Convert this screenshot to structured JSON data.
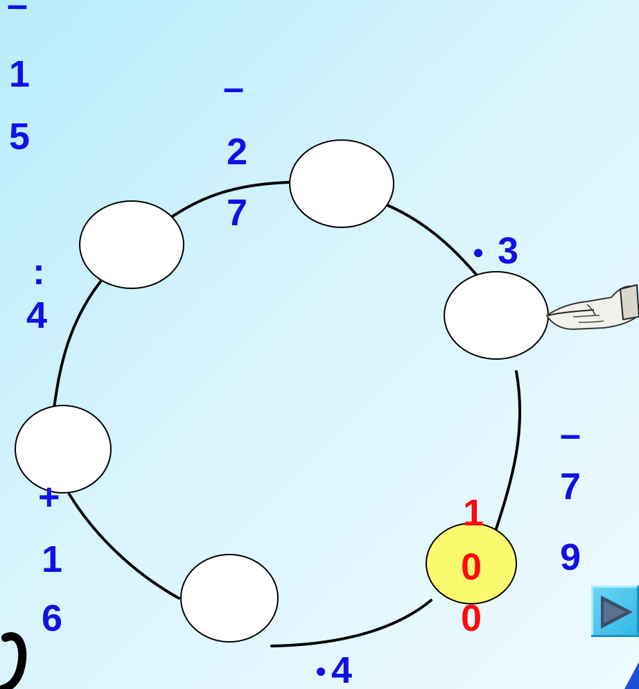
{
  "operations": {
    "minus_15": {
      "sign": "–",
      "d1": "1",
      "d2": "5"
    },
    "minus_27": {
      "sign": "–",
      "d1": "2",
      "d2": "7"
    },
    "times_3": {
      "num": "3"
    },
    "div_4": {
      "sign": ":",
      "num": "4"
    },
    "minus_79": {
      "sign": "–",
      "d1": "7",
      "d2": "9"
    },
    "plus_16": {
      "sign": "+",
      "d1": "1",
      "d2": "6"
    },
    "times_4": {
      "num": "4"
    }
  },
  "start_value": {
    "d1": "1",
    "d2": "0",
    "d3": "0"
  },
  "colors": {
    "operation": "#1010e8",
    "start": "#ff0a0a",
    "start_fill": "#fafa6e"
  },
  "icons": {
    "pointer": "pointing-hand-icon",
    "next": "play-triangle-icon"
  }
}
